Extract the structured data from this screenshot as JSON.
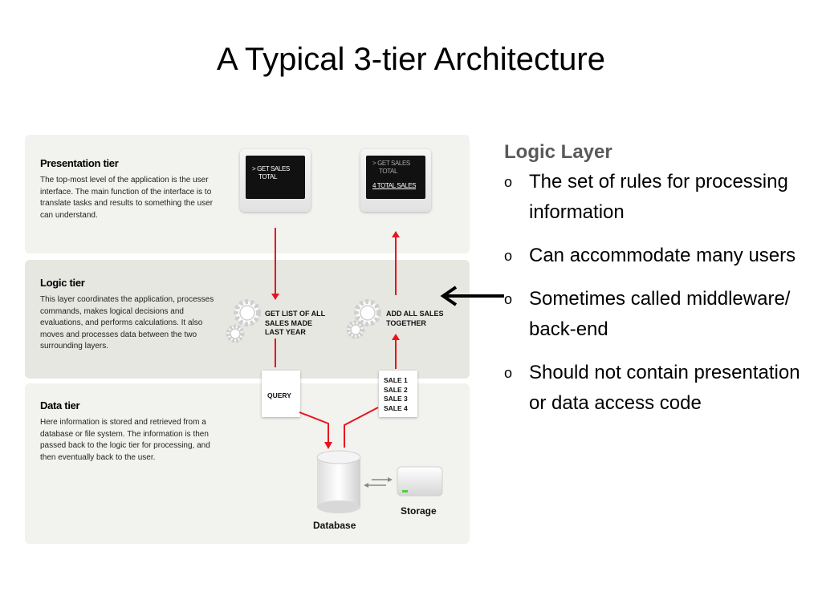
{
  "slide_title": "A Typical 3-tier Architecture",
  "diagram": {
    "presentation": {
      "title": "Presentation tier",
      "text": "The top-most level of the application is the user interface. The main function of the interface is to translate tasks and results to something the user can understand.",
      "screen_left": {
        "line1": "> GET SALES",
        "line2": "TOTAL"
      },
      "screen_right": {
        "line1": "> GET SALES",
        "line2": "TOTAL",
        "line3": "4 TOTAL SALES"
      }
    },
    "logic": {
      "title": "Logic tier",
      "text": "This layer coordinates the application, processes commands, makes logical decisions and evaluations, and performs calculations. It also moves and processes data between the two surrounding layers.",
      "step_left": "GET LIST OF ALL\nSALES MADE\nLAST YEAR",
      "step_right": "ADD ALL SALES\nTOGETHER"
    },
    "data": {
      "title": "Data tier",
      "text": "Here information is stored and retrieved from a database or file system. The information is then passed back to the logic tier for processing, and then eventually back to the user.",
      "query_label": "QUERY",
      "sales": [
        "SALE 1",
        "SALE 2",
        "SALE 3",
        "SALE 4"
      ],
      "database_label": "Database",
      "storage_label": "Storage"
    },
    "colors": {
      "arrow": "#e8141c",
      "band_light": "#f2f2ef",
      "band_dark": "#e7e7e2",
      "led": "#4cd137"
    }
  },
  "side": {
    "title": "Logic Layer",
    "bullet_marker": "o",
    "bullets": [
      "The set of rules for processing information",
      "Can accommodate many users",
      "Sometimes called middleware/ back-end",
      "Should not contain presentation or data access code"
    ]
  }
}
